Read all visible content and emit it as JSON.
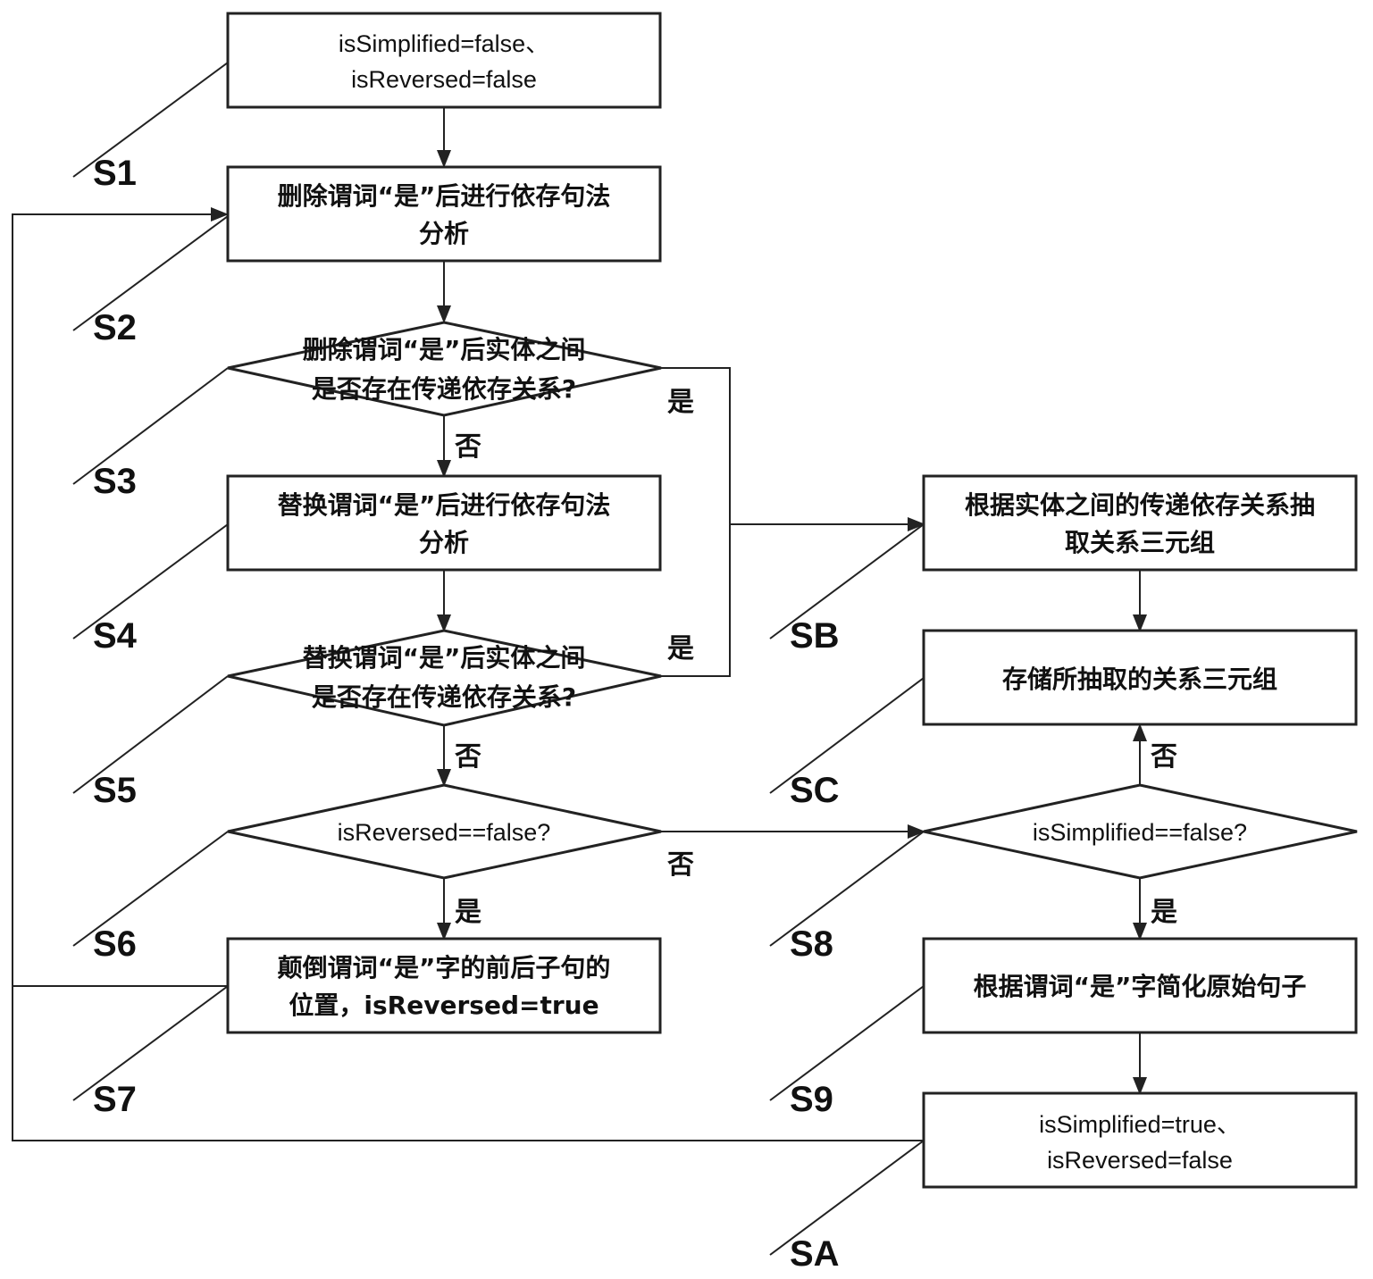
{
  "nodes": {
    "s1": {
      "line1": "isSimplified=false、",
      "line2": "isReversed=false"
    },
    "s2": {
      "line1": "删除谓词“是”后进行依存句法",
      "line2": "分析"
    },
    "s3": {
      "line1": "删除谓词“是”后实体之间",
      "line2": "是否存在传递依存关系?"
    },
    "s4": {
      "line1": "替换谓词“是”后进行依存句法",
      "line2": "分析"
    },
    "s5": {
      "line1": "替换谓词“是”后实体之间",
      "line2": "是否存在传递依存关系?"
    },
    "s6": {
      "line1": "isReversed==false?"
    },
    "s7": {
      "line1": "颠倒谓词“是”字的前后子句的",
      "line2": "位置，isReversed=true"
    },
    "s8": {
      "line1": "isSimplified==false?"
    },
    "s9": {
      "line1": "根据谓词“是”字简化原始句子"
    },
    "sa": {
      "line1": "isSimplified=true、",
      "line2": "isReversed=false"
    },
    "sb": {
      "line1": "根据实体之间的传递依存关系抽",
      "line2": "取关系三元组"
    },
    "sc": {
      "line1": "存储所抽取的关系三元组"
    }
  },
  "step_labels": {
    "s1": "S1",
    "s2": "S2",
    "s3": "S3",
    "s4": "S4",
    "s5": "S5",
    "s6": "S6",
    "s7": "S7",
    "s8": "S8",
    "s9": "S9",
    "sa": "SA",
    "sb": "SB",
    "sc": "SC"
  },
  "branch_labels": {
    "s3_yes": "是",
    "s3_no": "否",
    "s5_yes": "是",
    "s5_no": "否",
    "s6_yes": "是",
    "s6_no": "否",
    "s8_yes": "是",
    "s8_no": "否"
  }
}
